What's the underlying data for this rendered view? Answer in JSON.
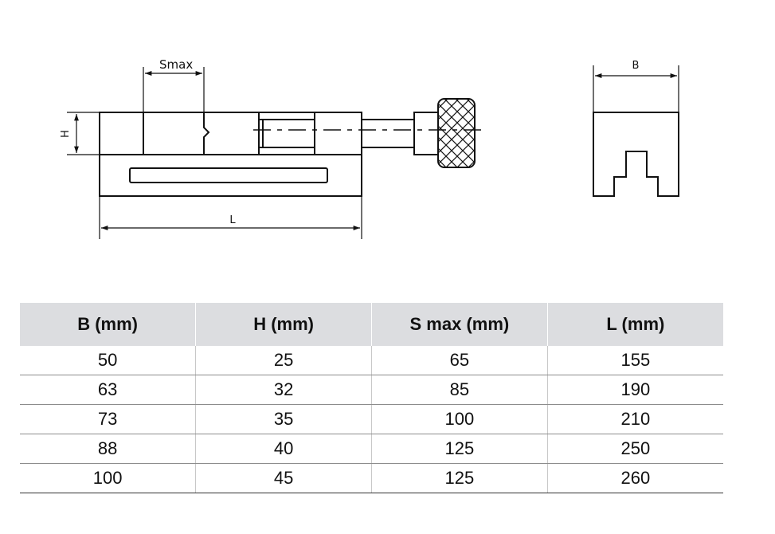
{
  "diagram": {
    "side_view": {
      "dim_s_max": "Smax",
      "dim_h": "H",
      "dim_l": "L"
    },
    "end_view": {
      "dim_b": "B"
    }
  },
  "table": {
    "headers": [
      "B (mm)",
      "H (mm)",
      "S max (mm)",
      "L (mm)"
    ],
    "rows": [
      [
        "50",
        "25",
        "65",
        "155"
      ],
      [
        "63",
        "32",
        "85",
        "190"
      ],
      [
        "73",
        "35",
        "100",
        "210"
      ],
      [
        "88",
        "40",
        "125",
        "250"
      ],
      [
        "100",
        "45",
        "125",
        "260"
      ]
    ]
  }
}
